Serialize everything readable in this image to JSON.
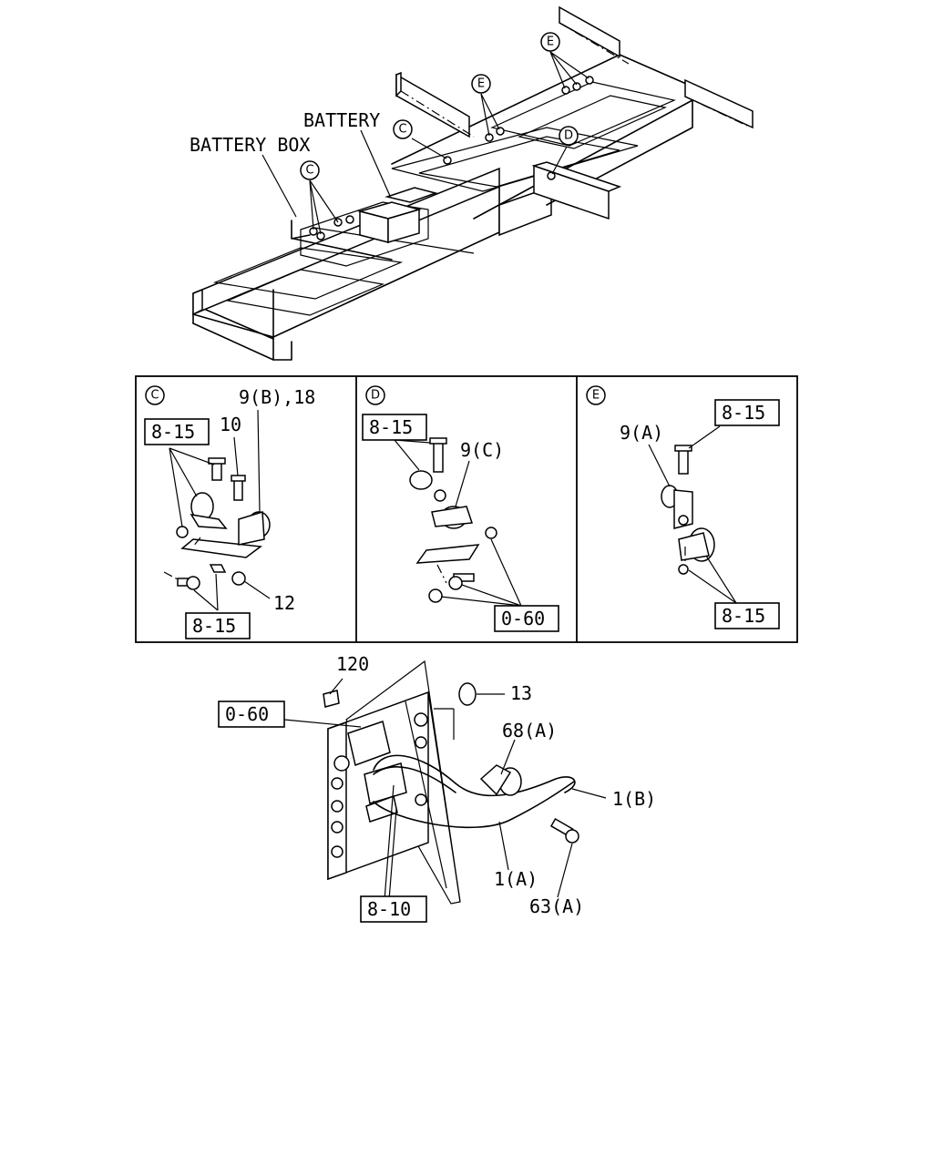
{
  "frame_labels": {
    "battery_box": "BATTERY BOX",
    "battery": "BATTERY"
  },
  "markers": {
    "c": "C",
    "d": "D",
    "e": "E"
  },
  "panel_c": {
    "marker": "C",
    "ref_top": "8-15",
    "ref_bottom": "8-15",
    "part_9b": "9(B),18",
    "part_10": "10",
    "part_12": "12"
  },
  "panel_d": {
    "marker": "D",
    "ref_top": "8-15",
    "ref_bottom": "0-60",
    "part_9c": "9(C)"
  },
  "panel_e": {
    "marker": "E",
    "ref_top": "8-15",
    "ref_bottom": "8-15",
    "part_9a": "9(A)"
  },
  "bottom": {
    "part_120": "120",
    "ref_060": "0-60",
    "part_13": "13",
    "part_68a": "68(A)",
    "part_1b": "1(B)",
    "part_1a": "1(A)",
    "part_63a": "63(A)",
    "ref_810": "8-10"
  }
}
